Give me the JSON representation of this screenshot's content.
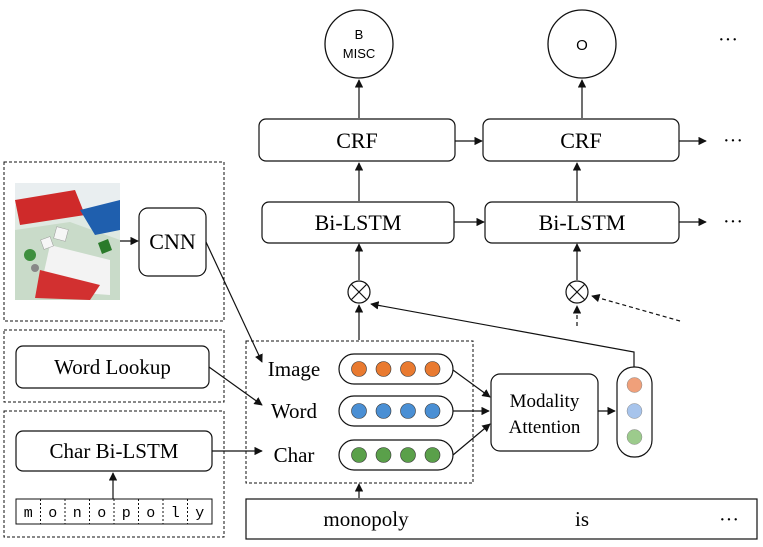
{
  "outputs": [
    {
      "label_line1": "B",
      "label_line2": "MISC"
    },
    {
      "label": "O"
    }
  ],
  "crf_label": "CRF",
  "bilstm_label": "Bi-LSTM",
  "ellipsis": "···",
  "cnn_label": "CNN",
  "word_lookup_label": "Word Lookup",
  "char_bilstm_label": "Char Bi-LSTM",
  "char_sequence": [
    "m",
    "o",
    "n",
    "o",
    "p",
    "o",
    "l",
    "y"
  ],
  "modalities": [
    {
      "label": "Image",
      "color": "#e97a30"
    },
    {
      "label": "Word",
      "color": "#4a8fd4"
    },
    {
      "label": "Char",
      "color": "#5aa04a"
    }
  ],
  "modality_attention_line1": "Modality",
  "modality_attention_line2": "Attention",
  "attention_weight_colors": [
    "#f0a07a",
    "#a7c4ec",
    "#9ccb8c"
  ],
  "input_tokens": [
    "monopoly",
    "is"
  ],
  "multiply_symbol": "⊗"
}
